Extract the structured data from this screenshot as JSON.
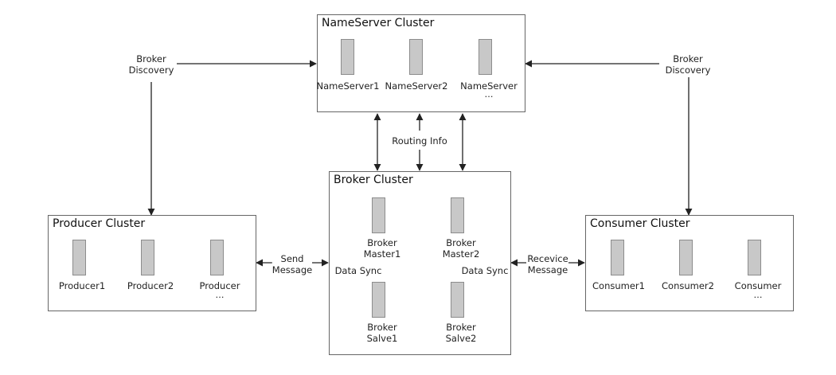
{
  "nameserver": {
    "title": "NameServer Cluster",
    "nodes": [
      "NameServer1",
      "NameServer2",
      "NameServer"
    ],
    "ellipsis": "…"
  },
  "producer": {
    "title": "Producer Cluster",
    "nodes": [
      "Producer1",
      "Producer2",
      "Producer"
    ],
    "ellipsis": "…"
  },
  "broker": {
    "title": "Broker Cluster",
    "nodes": [
      "Broker\nMaster1",
      "Broker\nMaster2",
      "Broker\nSalve1",
      "Broker\nSalve2"
    ],
    "sync_left": "Data Sync",
    "sync_right": "Data Sync"
  },
  "consumer": {
    "title": "Consumer Cluster",
    "nodes": [
      "Consumer1",
      "Consumer2",
      "Consumer"
    ],
    "ellipsis": "…"
  },
  "edges": {
    "broker_discovery_left": "Broker\nDiscovery",
    "broker_discovery_right": "Broker\nDiscovery",
    "routing_info": "Routing Info",
    "send_message": "Send\nMessage",
    "receive_message": "Recevice\nMessage"
  }
}
